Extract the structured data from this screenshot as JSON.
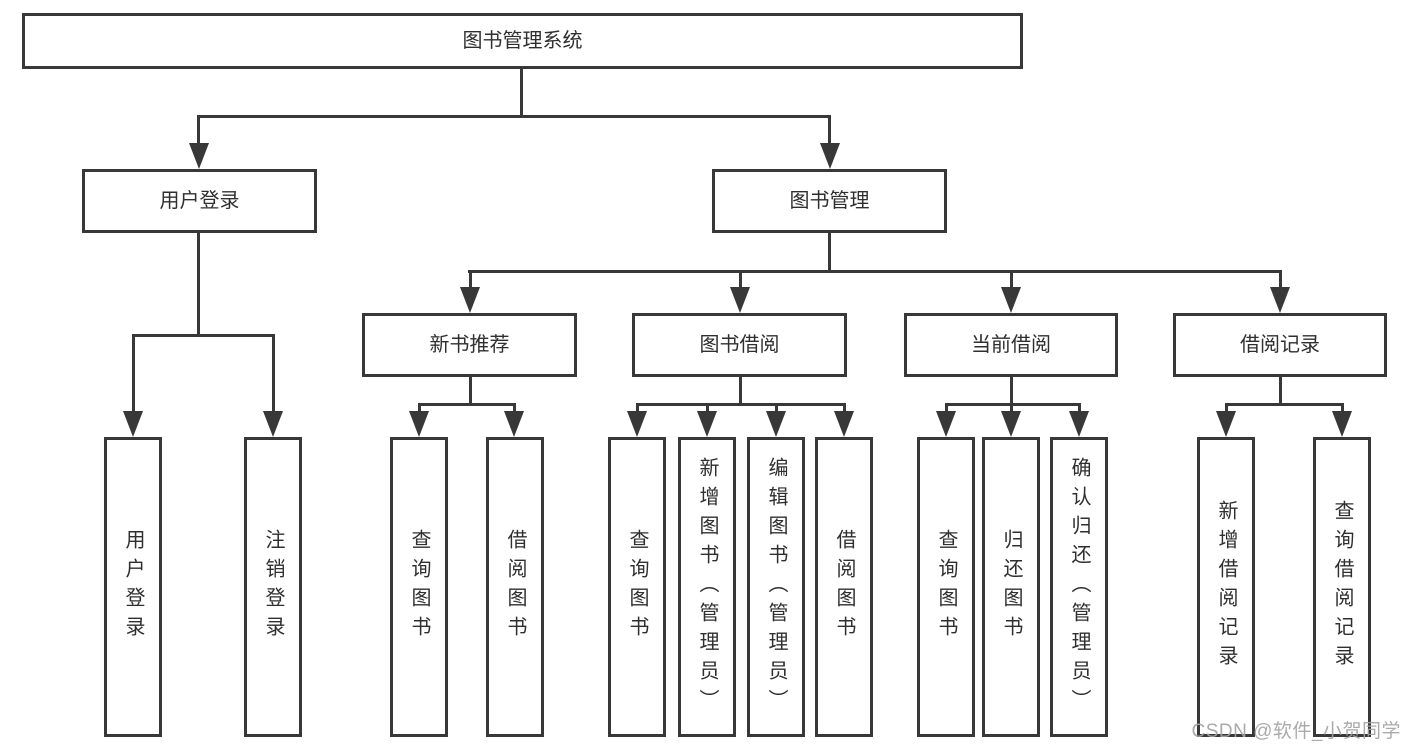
{
  "tree": {
    "root": "图书管理系统",
    "user_login": {
      "label": "用户登录",
      "children": [
        "用户登录",
        "注销登录"
      ]
    },
    "book_mgmt": {
      "label": "图书管理"
    },
    "new_book": {
      "label": "新书推荐",
      "children": [
        "查询图书",
        "借阅图书"
      ]
    },
    "borrow": {
      "label": "图书借阅",
      "children": [
        "查询图书",
        "新增图书（管理员）",
        "编辑图书（管理员）",
        "借阅图书"
      ]
    },
    "current": {
      "label": "当前借阅",
      "children": [
        "查询图书",
        "归还图书",
        "确认归还（管理员）"
      ]
    },
    "records": {
      "label": "借阅记录",
      "children": [
        "新增借阅记录",
        "查询借阅记录"
      ]
    }
  },
  "watermark": "CSDN @软件_小贺同学",
  "colors": {
    "line": "#383838",
    "text": "#2f2f2f",
    "bg": "#ffffff",
    "watermark": "#a3a3a3"
  }
}
